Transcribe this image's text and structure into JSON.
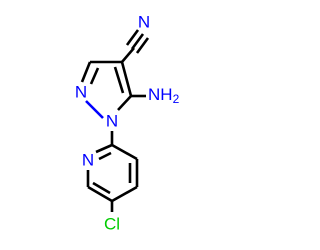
{
  "molecule": {
    "colors": {
      "carbon_bond": "#000000",
      "nitrogen": "#0000ff",
      "chlorine": "#00cc00"
    },
    "labels": {
      "nitrile_n": "N",
      "pyrazole_n2": "N",
      "pyrazole_n1": "N",
      "amino": "NH",
      "amino_sub": "2",
      "pyridine_n": "N",
      "chloro": "Cl"
    }
  }
}
